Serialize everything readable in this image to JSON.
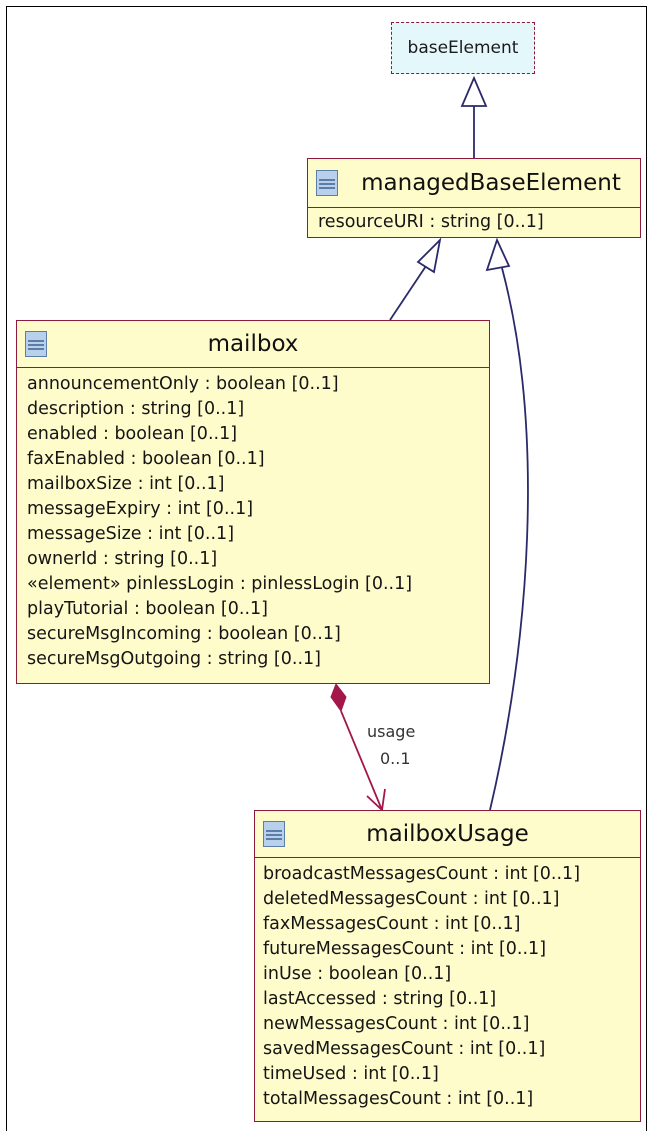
{
  "diagram": {
    "base_element": {
      "name": "baseElement"
    },
    "classes": {
      "managed_base_element": {
        "name": "managedBaseElement",
        "attributes": [
          "resourceURI : string [0..1]"
        ]
      },
      "mailbox": {
        "name": "mailbox",
        "attributes": [
          "announcementOnly : boolean [0..1]",
          "description : string [0..1]",
          "enabled : boolean [0..1]",
          "faxEnabled : boolean [0..1]",
          "mailboxSize : int [0..1]",
          "messageExpiry : int [0..1]",
          "messageSize : int [0..1]",
          "ownerId : string [0..1]",
          "«element» pinlessLogin : pinlessLogin [0..1]",
          "playTutorial : boolean [0..1]",
          "secureMsgIncoming : boolean [0..1]",
          "secureMsgOutgoing : string [0..1]"
        ]
      },
      "mailbox_usage": {
        "name": "mailboxUsage",
        "attributes": [
          "broadcastMessagesCount : int [0..1]",
          "deletedMessagesCount : int [0..1]",
          "faxMessagesCount : int [0..1]",
          "futureMessagesCount : int [0..1]",
          "inUse : boolean [0..1]",
          "lastAccessed : string [0..1]",
          "newMessagesCount : int [0..1]",
          "savedMessagesCount : int [0..1]",
          "timeUsed : int [0..1]",
          "totalMessagesCount : int [0..1]"
        ]
      }
    },
    "association": {
      "role": "usage",
      "multiplicity": "0..1"
    },
    "colors": {
      "class_fill": "#fffccc",
      "class_border": "#8e1b3c",
      "generalization_line": "#2a2a6a",
      "composition_line": "#a3174a",
      "base_fill": "#e4f7fb"
    }
  }
}
